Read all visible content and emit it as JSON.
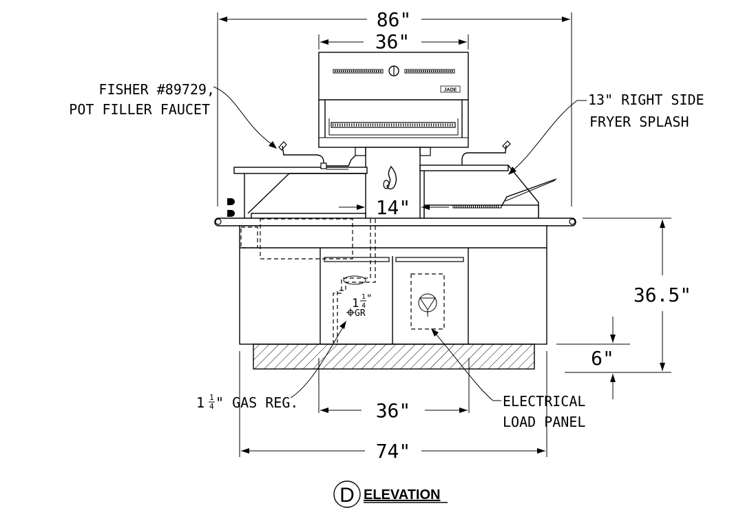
{
  "dimensions": {
    "overall_width": "86\"",
    "hood_width": "36\"",
    "setback": "14\"",
    "height": "36.5\"",
    "base_height": "6\"",
    "cabinet_width": "36\"",
    "counter_width": "74\""
  },
  "callouts": {
    "faucet_line1": "FISHER #89729,",
    "faucet_line2": "POT FILLER FAUCET",
    "splash_line1": "13\" RIGHT SIDE",
    "splash_line2": "FRYER SPLASH",
    "gas_reg_prefix": "1",
    "gas_reg_frac_num": "1",
    "gas_reg_frac_den": "4",
    "gas_reg_suffix": "\" GAS REG.",
    "elec_line1": "ELECTRICAL",
    "elec_line2": "LOAD PANEL",
    "gas_conn_whole": "1",
    "gas_conn_num": "1",
    "gas_conn_den": "4",
    "gas_conn_inch": "\"",
    "gas_conn_label": "GR"
  },
  "title": {
    "marker": "D",
    "text": "ELEVATION"
  },
  "appliance_badge": "JADE"
}
